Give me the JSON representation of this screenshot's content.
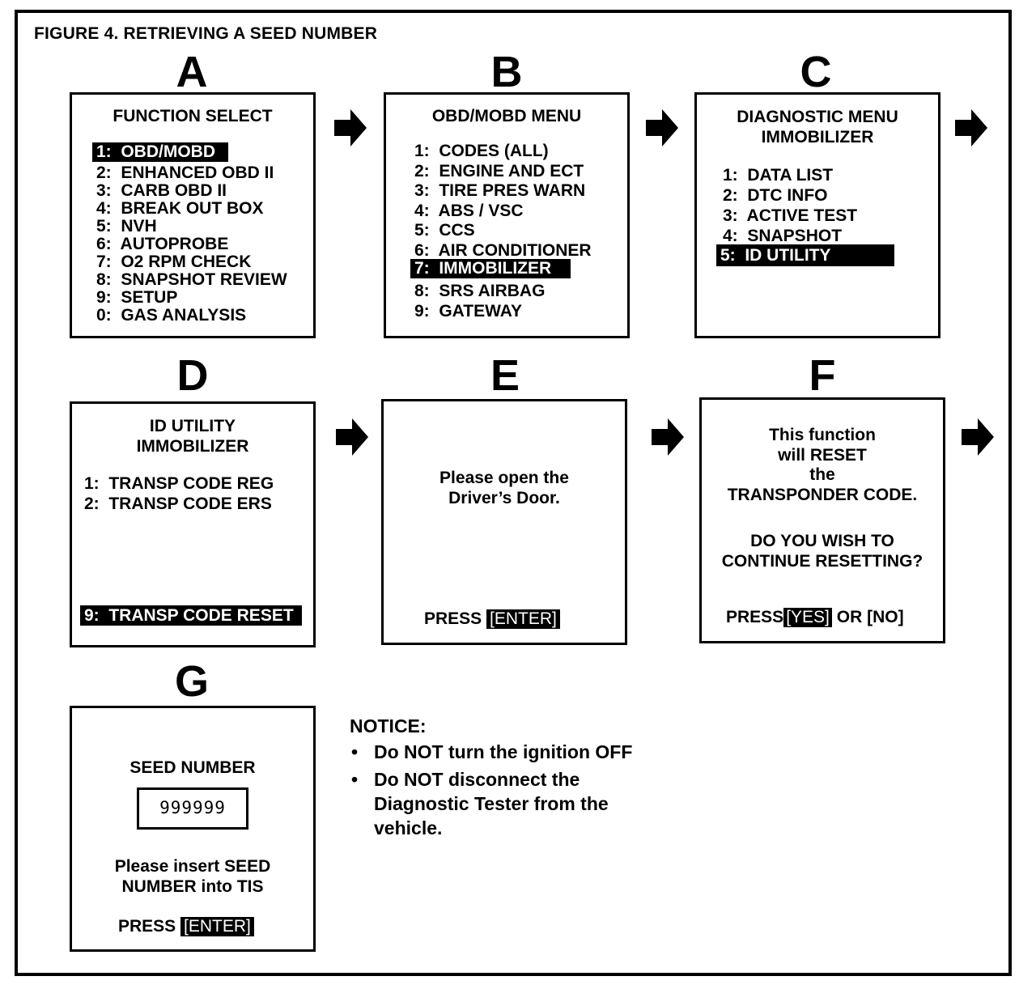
{
  "figure_title": "FIGURE 4.  RETRIEVING A SEED NUMBER",
  "panels": {
    "A": {
      "letter": "A",
      "title": "FUNCTION SELECT",
      "selected": "1:  OBD/MOBD",
      "items": [
        "2:  ENHANCED OBD II",
        "3:  CARB OBD II",
        "4:  BREAK OUT BOX",
        "5:  NVH",
        "6:  AUTOPROBE",
        "7:  O2 RPM CHECK",
        "8:  SNAPSHOT REVIEW",
        "9:  SETUP",
        "0:  GAS ANALYSIS"
      ]
    },
    "B": {
      "letter": "B",
      "title": "OBD/MOBD MENU",
      "items_before": [
        "1:  CODES (ALL)",
        "2:  ENGINE AND ECT",
        "3:  TIRE PRES WARN",
        "4:  ABS / VSC",
        "5:  CCS",
        "6:  AIR CONDITIONER"
      ],
      "selected": "7:  IMMOBILIZER",
      "items_after": [
        "8:  SRS AIRBAG",
        "9:  GATEWAY"
      ]
    },
    "C": {
      "letter": "C",
      "title_line1": "DIAGNOSTIC MENU",
      "title_line2": "IMMOBILIZER",
      "items": [
        "1:  DATA LIST",
        "2:  DTC INFO",
        "3:  ACTIVE TEST",
        "4:  SNAPSHOT"
      ],
      "selected": "5:  ID UTILITY"
    },
    "D": {
      "letter": "D",
      "title_line1": "ID UTILITY",
      "title_line2": "IMMOBILIZER",
      "items": [
        "1:  TRANSP CODE REG",
        "2:  TRANSP CODE ERS"
      ],
      "selected": "9:  TRANSP CODE RESET"
    },
    "E": {
      "letter": "E",
      "message_line1": "Please open the",
      "message_line2": "Driver’s Door.",
      "press": "PRESS ",
      "key": "[ENTER]"
    },
    "F": {
      "letter": "F",
      "message_lines": [
        "This function",
        "will RESET",
        "the",
        "TRANSPONDER CODE."
      ],
      "question_lines": [
        "DO YOU WISH TO",
        "CONTINUE RESETTING?"
      ],
      "press": "PRESS",
      "key": "[YES]",
      "press_tail": " OR [NO]"
    },
    "G": {
      "letter": "G",
      "title": "SEED NUMBER",
      "seed": "999999",
      "message_line1": "Please insert SEED",
      "message_line2": "NUMBER into TIS",
      "press": "PRESS ",
      "key": "[ENTER]"
    }
  },
  "notice": {
    "heading": "NOTICE:",
    "items": [
      "Do NOT turn the ignition OFF",
      "Do NOT disconnect the",
      "Diagnostic Tester from the",
      "vehicle."
    ]
  }
}
